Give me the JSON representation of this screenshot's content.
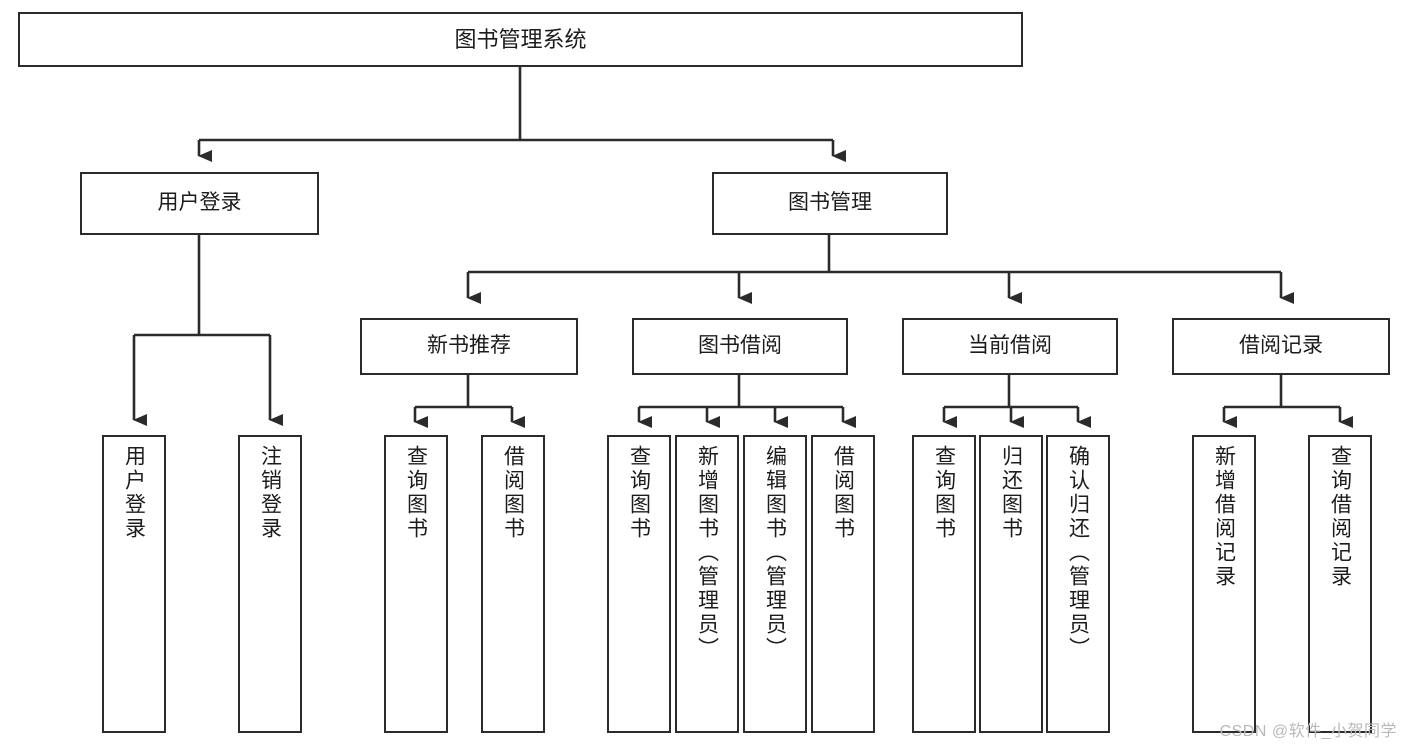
{
  "diagram": {
    "title": "图书管理系统",
    "type": "tree",
    "orientation": "top-down",
    "colors": {
      "background": "#ffffff",
      "node_fill": "#ffffff",
      "node_border": "#2b2b2b",
      "connector": "#2b2b2b",
      "text": "#1c1c1c",
      "watermark": "#b9b9b9"
    },
    "root": {
      "label": "图书管理系统"
    },
    "level2": [
      {
        "label": "用户登录"
      },
      {
        "label": "图书管理"
      }
    ],
    "level3": [
      {
        "label": "新书推荐"
      },
      {
        "label": "图书借阅"
      },
      {
        "label": "当前借阅"
      },
      {
        "label": "借阅记录"
      }
    ],
    "leaves": {
      "user_login": [
        {
          "label": "用户登录"
        },
        {
          "label": "注销登录"
        }
      ],
      "new_book_recommend": [
        {
          "label": "查询图书"
        },
        {
          "label": "借阅图书"
        }
      ],
      "book_borrow": [
        {
          "label": "查询图书"
        },
        {
          "label": "新增图书（管理员）"
        },
        {
          "label": "编辑图书（管理员）"
        },
        {
          "label": "借阅图书"
        }
      ],
      "current_borrow": [
        {
          "label": "查询图书"
        },
        {
          "label": "归还图书"
        },
        {
          "label": "确认归还（管理员）"
        }
      ],
      "borrow_record": [
        {
          "label": "新增借阅记录"
        },
        {
          "label": "查询借阅记录"
        }
      ]
    }
  },
  "watermark": {
    "text": "CSDN @软件_小贺同学"
  }
}
